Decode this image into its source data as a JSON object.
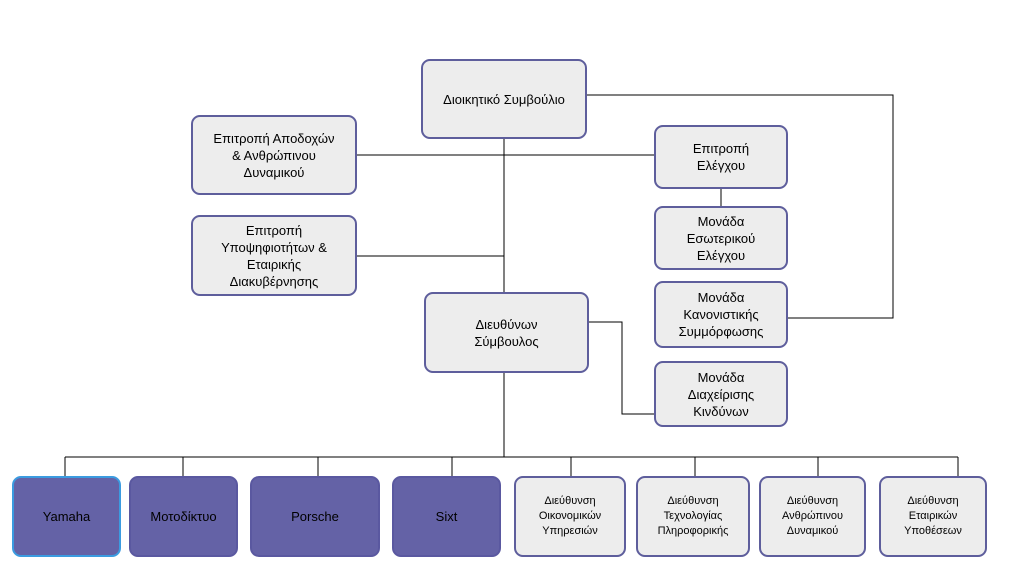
{
  "board": "Διοικητικό Συμβούλιο",
  "committees": {
    "remuneration": "Επιτροπή Αποδοχών\n& Ανθρώπινου\nΔυναμικού",
    "nominations": "Επιτροπή\nΥποψηφιοτήτων &\nΕταιρικής\nΔιακυβέρνησης",
    "audit": "Επιτροπή\nΕλέγχου"
  },
  "units": {
    "internal_audit": "Μονάδα\nΕσωτερικού\nΕλέγχου",
    "compliance": "Μονάδα\nΚανονιστικής\nΣυμμόρφωσης",
    "risk": "Μονάδα\nΔιαχείρισης\nΚινδύνων"
  },
  "ceo": "Διευθύνων\nΣύμβουλος",
  "brands": [
    "Yamaha",
    "Μοτοδίκτυο",
    "Porsche",
    "Sixt"
  ],
  "divisions": [
    "Διεύθυνση\nΟικονομικών\nΥπηρεσιών",
    "Διεύθυνση\nΤεχνολογίας\nΠληροφορικής",
    "Διεύθυνση\nΑνθρώπινου\nΔυναμικού",
    "Διεύθυνση\nΕταιρικών\nΥποθέσεων"
  ],
  "colors": {
    "box_fill": "#ededed",
    "box_border": "#5e5e9c",
    "brand_fill": "#6462a6",
    "connector": "#000000"
  }
}
